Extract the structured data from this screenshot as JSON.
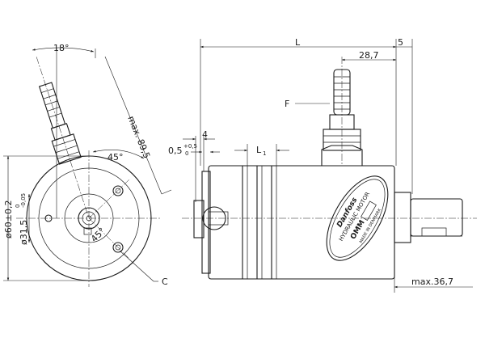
{
  "dimensions": {
    "angle_top": "18°",
    "max_length": "max. 89,5",
    "angle_mid": "45°",
    "diam_outer": "ø60±0,2",
    "diam_inner": "ø31,5",
    "diam_inner_tol_upper": "0",
    "diam_inner_tol_lower": "-0,05",
    "angle_bolt": "45°",
    "length_l": "L",
    "dim_5": "5",
    "dim_28_7": "28,7",
    "dim_4": "4",
    "dim_0_5": "0,5",
    "dim_0_5_tol_upper": "+0,5",
    "dim_0_5_tol_lower": "0",
    "length_l1": "L",
    "length_l1_sub": "1",
    "max_36_7": "max.36,7"
  },
  "callouts": {
    "f": "F",
    "c": "C"
  },
  "nameplate": {
    "brand": "Danfoss",
    "line1": "HYDRAULIC MOTOR",
    "model": "OMM",
    "origin": "MADE IN DENMARK"
  },
  "colors": {
    "line": "#1a1a1a",
    "background": "#ffffff"
  }
}
